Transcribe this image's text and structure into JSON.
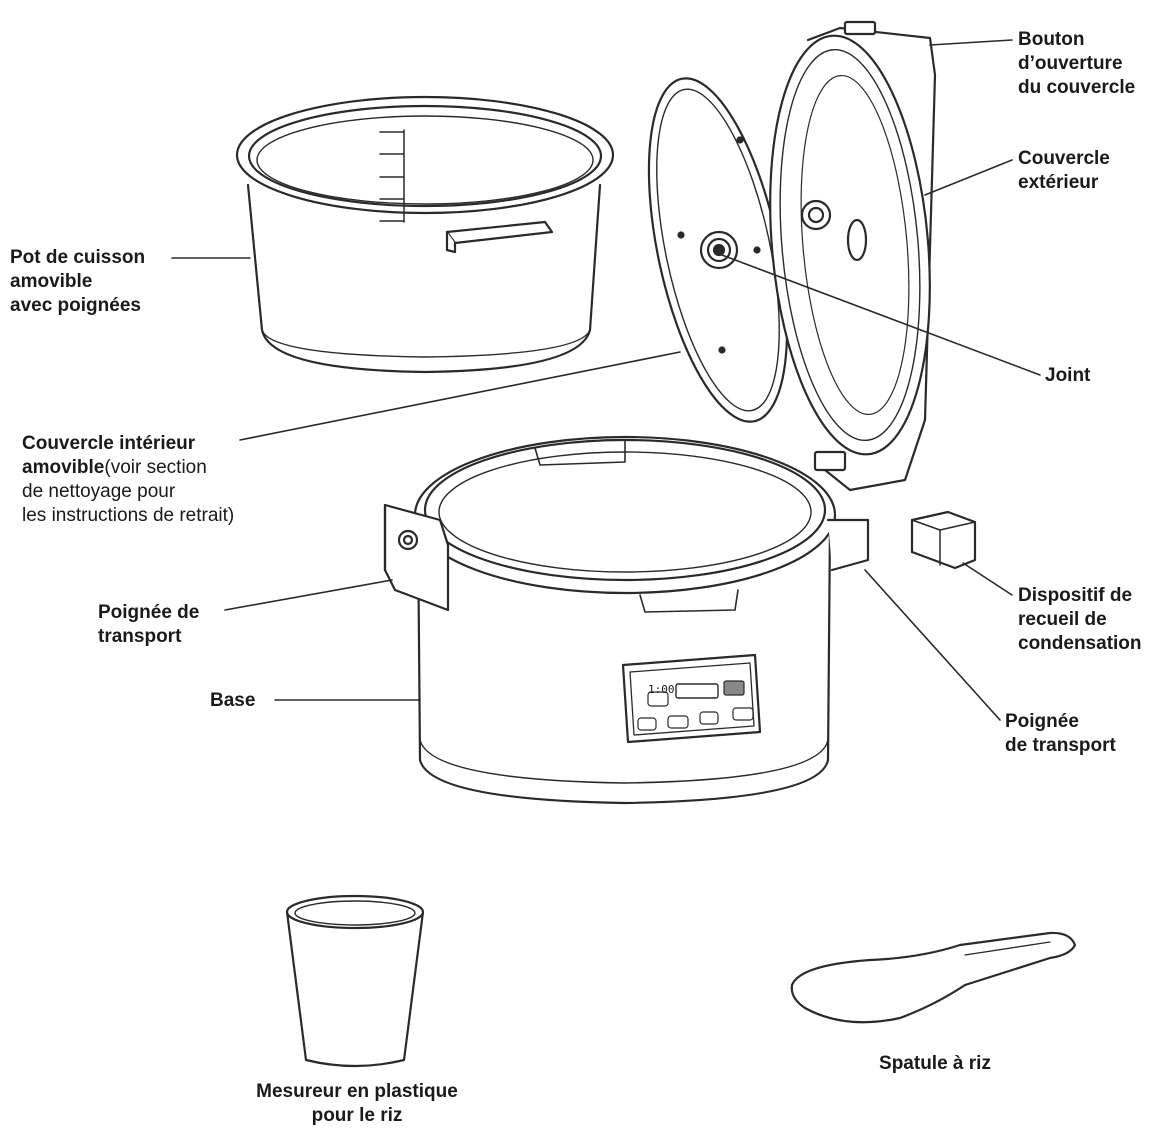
{
  "colors": {
    "ink": "#1a1a1a",
    "stroke": "#2a2a2a",
    "fill": "#ffffff",
    "shade": "#e9e9e9"
  },
  "labels": {
    "lid_button": [
      "Bouton",
      "d’ouverture",
      "du couvercle"
    ],
    "outer_lid": [
      "Couvercle",
      "extérieur"
    ],
    "inner_pot": [
      "Pot de cuisson",
      "amovible",
      "avec poignées"
    ],
    "gasket": "Joint",
    "inner_lid_bold": "Couvercle intérieur",
    "inner_lid_bold2": "amovible",
    "inner_lid_rest": "(voir section",
    "inner_lid_line3": "de nettoyage pour",
    "inner_lid_line4": "les instructions de retrait)",
    "carry_handle_left": [
      "Poignée de",
      "transport"
    ],
    "condensation": [
      "Dispositif de",
      "recueil de",
      "condensation"
    ],
    "base": "Base",
    "carry_handle_right": [
      "Poignée",
      "de transport"
    ],
    "measuring_cup": [
      "Mesureur en plastique",
      "pour le riz"
    ],
    "rice_paddle": "Spatule à riz"
  },
  "control_panel": {
    "display": "1:00"
  }
}
